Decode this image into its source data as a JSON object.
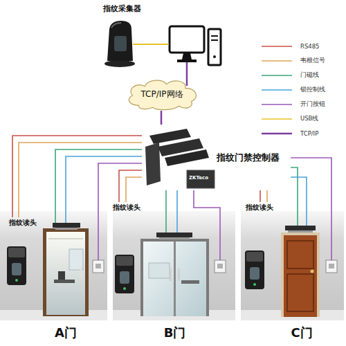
{
  "diagram": {
    "nodes": [
      {
        "text": [
          "指纹采集器"
        ]
      },
      {
        "text": [
          "TCP/IP网络"
        ]
      },
      {
        "text": [
          "指纹门禁控制器"
        ]
      },
      {
        "text": [
          "指纹读头"
        ]
      },
      {
        "text": [
          "A门"
        ]
      },
      {
        "text": [
          "指纹读头"
        ]
      },
      {
        "text": [
          "B门"
        ]
      },
      {
        "text": [
          "指纹读头"
        ]
      },
      {
        "text": [
          "C门"
        ]
      }
    ],
    "edges": [
      {
        "from": 1,
        "to": 2,
        "arrow": "none"
      },
      {
        "from": 3,
        "to": 2,
        "arrow": "none"
      },
      {
        "from": 3,
        "to": 2,
        "arrow": "none"
      },
      {
        "from": 4,
        "to": 2,
        "arrow": "none"
      },
      {
        "from": 4,
        "to": 2,
        "arrow": "none"
      },
      {
        "from": 5,
        "to": 2,
        "arrow": "none"
      },
      {
        "from": 5,
        "to": 2,
        "arrow": "none"
      },
      {
        "from": 6,
        "to": 2,
        "arrow": "none"
      },
      {
        "from": 6,
        "to": 2,
        "arrow": "none"
      },
      {
        "from": 7,
        "to": 2,
        "arrow": "none"
      },
      {
        "from": 7,
        "to": 2,
        "arrow": "none"
      },
      {
        "from": 8,
        "to": 2,
        "arrow": "none"
      },
      {
        "from": 8,
        "to": 2,
        "arrow": "none"
      }
    ],
    "labels": [
      "ZKTeco"
    ],
    "legend": [
      {
        "text": "RS485"
      },
      {
        "text": "韦根信号"
      },
      {
        "text": "门磁线"
      },
      {
        "text": "锁控制线"
      },
      {
        "text": "开门按钮"
      },
      {
        "text": "USB线"
      },
      {
        "text": "TCP/IP"
      }
    ]
  }
}
